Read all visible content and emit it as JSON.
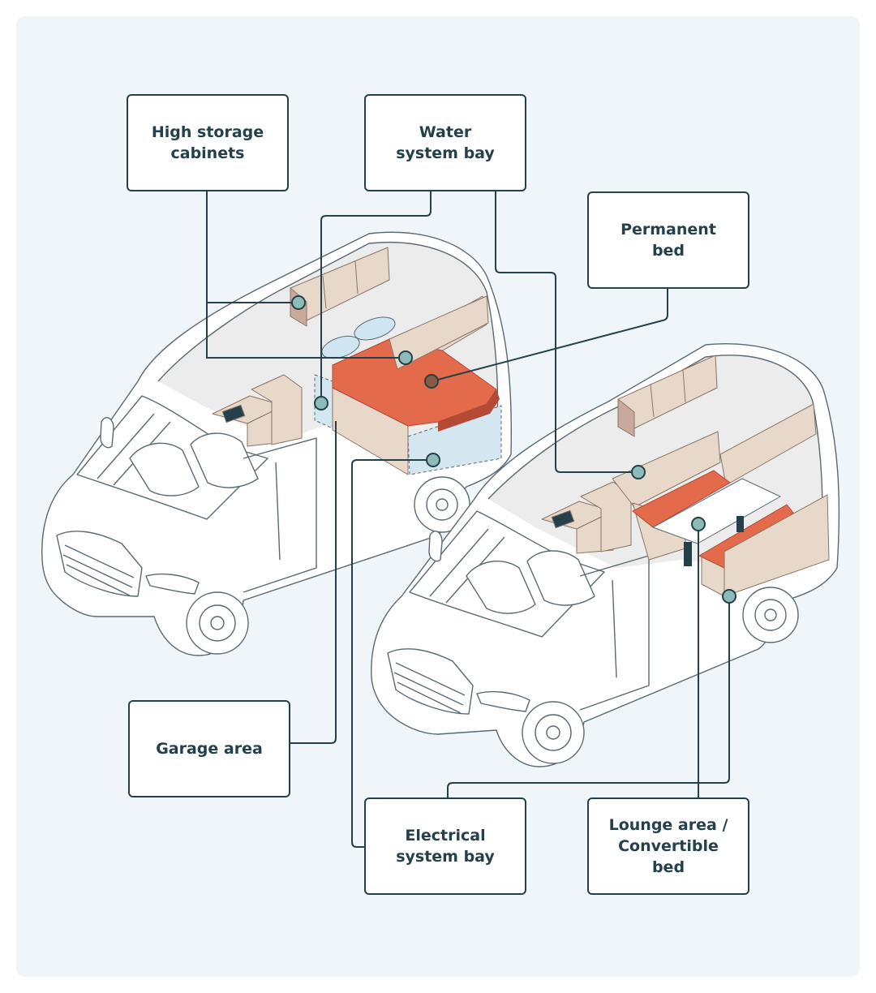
{
  "labels": {
    "high_storage": "High storage\ncabinets",
    "water": "Water\nsystem bay",
    "permanent_bed": "Permanent\nbed",
    "garage": "Garage area",
    "electrical": "Electrical\nsystem bay",
    "lounge": "Lounge area /\nConvertible\nbed"
  },
  "colors": {
    "background": "#eff5f8",
    "line": "#24404a",
    "marker": "#8dbcb8",
    "marker_bed": "#8a5a44",
    "bed": "#e46a4c",
    "bed_dark": "#b44a33",
    "cabinet": "#e8d8ca",
    "cabinet_dark": "#c9a99c",
    "bay": "#d4e6ef",
    "pillow": "#cfe5f2"
  }
}
